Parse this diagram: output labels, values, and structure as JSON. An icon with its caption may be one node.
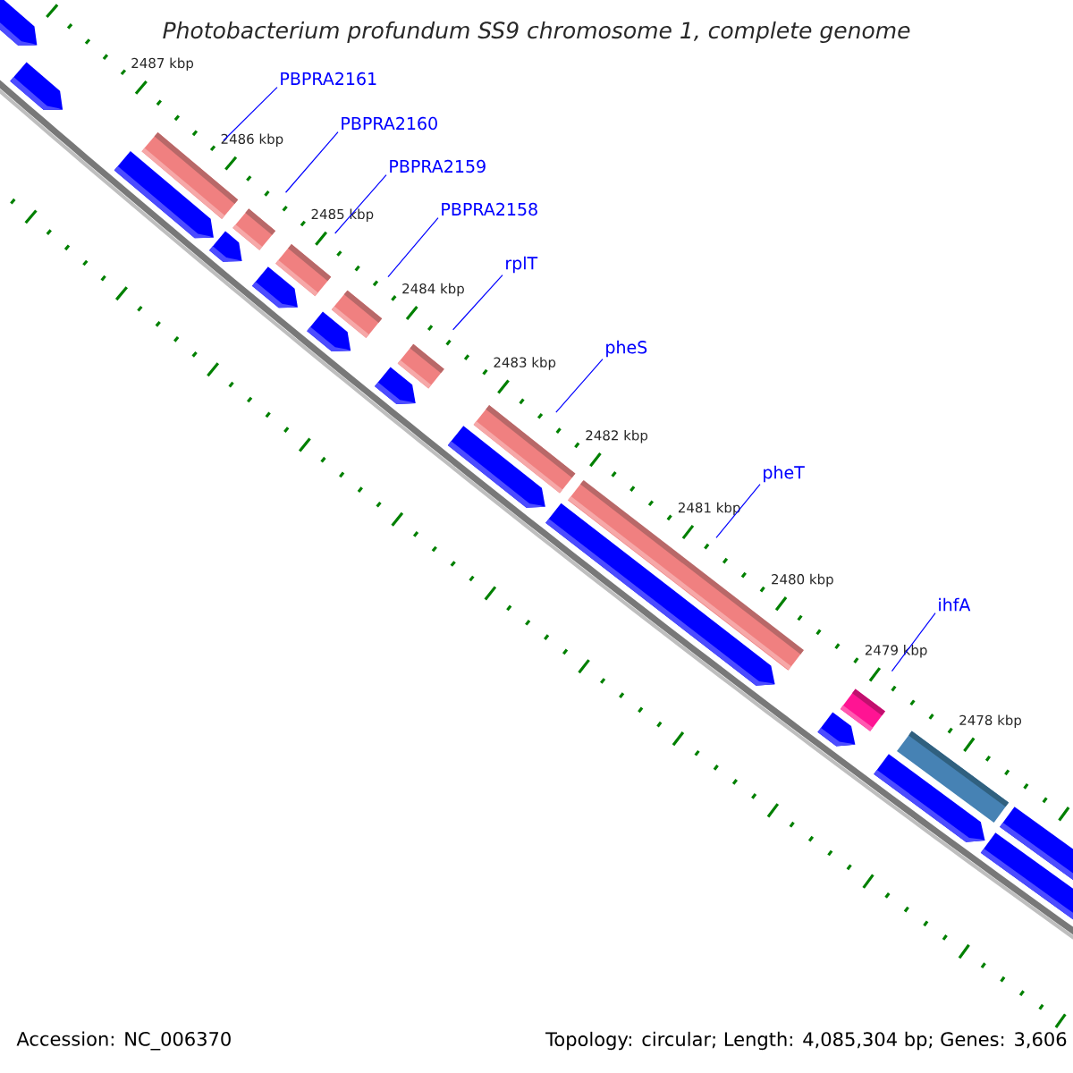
{
  "diagram": {
    "title": "Photobacterium profundum SS9 chromosome 1, complete genome",
    "nodes": [
      {
        "text": [
          "PBPRA2161"
        ]
      },
      {
        "text": [
          "PBPRA2160"
        ]
      },
      {
        "text": [
          "PBPRA2159"
        ]
      },
      {
        "text": [
          "PBPRA2158"
        ]
      },
      {
        "text": [
          "rplT"
        ]
      },
      {
        "text": [
          "pheS"
        ]
      },
      {
        "text": [
          "pheT"
        ]
      },
      {
        "text": [
          "ihfA"
        ]
      },
      {
        "text": [],
        "shape": "bar"
      },
      {
        "text": [],
        "shape": "bar"
      },
      {
        "text": [],
        "shape": "bar"
      },
      {
        "text": [],
        "shape": "bar"
      },
      {
        "text": [],
        "shape": "bar"
      },
      {
        "text": [],
        "shape": "bar"
      },
      {
        "text": [],
        "shape": "bar"
      },
      {
        "text": [],
        "shape": "bar"
      }
    ],
    "edges": [
      {
        "from": 0,
        "to": 8,
        "arrow": "none"
      },
      {
        "from": 1,
        "to": 9,
        "arrow": "none"
      },
      {
        "from": 2,
        "to": 10,
        "arrow": "none"
      },
      {
        "from": 3,
        "to": 11,
        "arrow": "none"
      },
      {
        "from": 4,
        "to": 12,
        "arrow": "none"
      },
      {
        "from": 5,
        "to": 13,
        "arrow": "none"
      },
      {
        "from": 6,
        "to": 14,
        "arrow": "none"
      },
      {
        "from": 7,
        "to": 15,
        "arrow": "none"
      }
    ],
    "labels": [
      "2487 kbp",
      "2486 kbp",
      "2485 kbp",
      "2484 kbp",
      "2483 kbp",
      "2482 kbp",
      "2481 kbp",
      "2480 kbp",
      "2479 kbp",
      "2478 kbp",
      "Accession: NC_006370",
      "Topology: circular; Length: 4,085,304 bp; Genes: 3,606"
    ]
  }
}
